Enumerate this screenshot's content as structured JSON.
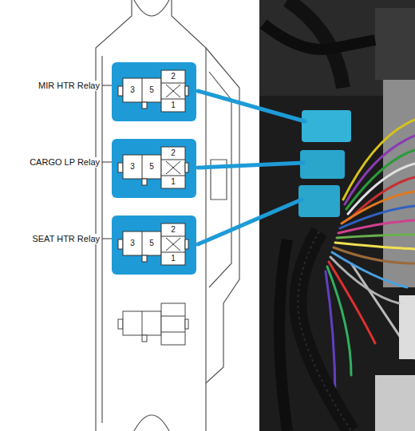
{
  "diagram": {
    "nodes": [
      {
        "text": [
          "MIR HTR Relay",
          "3",
          "5",
          "2",
          "1"
        ]
      },
      {
        "text": [
          "CARGO LP Relay",
          "3",
          "5",
          "2",
          "1"
        ]
      },
      {
        "text": [
          "SEAT HTR Relay",
          "3",
          "5",
          "2",
          "1"
        ]
      }
    ]
  }
}
